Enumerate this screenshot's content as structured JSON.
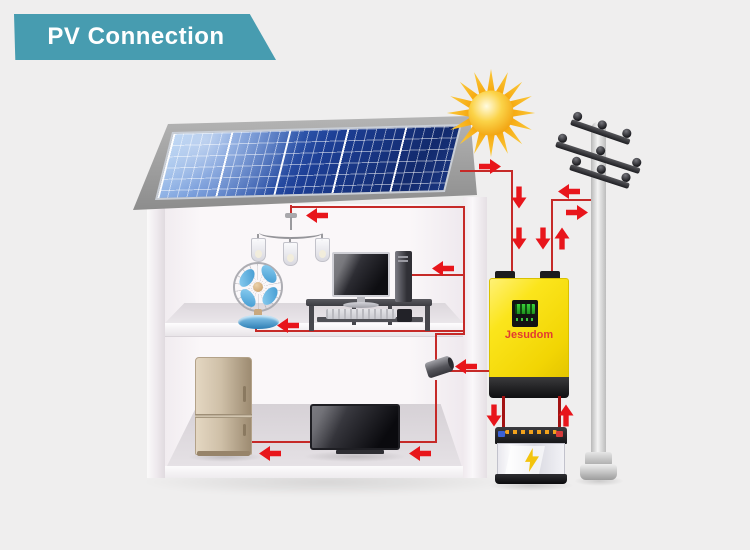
{
  "banner": {
    "title": "PV Connection"
  },
  "inverter": {
    "brand": "Jesudom",
    "screen": "green-lcd-display"
  },
  "battery": {
    "icon": "lightning-bolt-icon"
  },
  "components": [
    "sun-icon",
    "solar-panel",
    "roof",
    "house-cutaway",
    "utility-pole",
    "ceiling-lamp",
    "desk-fan",
    "computer-monitor",
    "desktop-tower",
    "keyboard",
    "television",
    "refrigerator",
    "wall-junction-box",
    "solar-inverter",
    "battery"
  ],
  "colors": {
    "background": "#efeeee",
    "banner_teal": "#479cb0",
    "banner_shadow": "#9b9b9b",
    "wire_red": "#c62a28",
    "arrow_red": "#e8151b",
    "battery_wire": "#a31313",
    "inverter_yellow": "#f8e011",
    "roof_gray": "#9a9a9a",
    "sun_orange": "#f6a60b",
    "bolt_yellow": "#f3c40e",
    "wall_white": "#f8f5f7",
    "pole_gray": "#cfcfcf"
  },
  "power_flow_arrows": [
    {
      "direction": "right",
      "from": "solar-panel",
      "to": "inverter"
    },
    {
      "direction": "down",
      "from": "solar-panel",
      "to": "inverter"
    },
    {
      "direction": "down",
      "from": "solar-panel",
      "to": "inverter"
    },
    {
      "direction": "left",
      "from": "utility-pole",
      "to": "inverter"
    },
    {
      "direction": "right",
      "from": "inverter",
      "to": "utility-pole"
    },
    {
      "direction": "down",
      "from": "utility-pole",
      "to": "inverter"
    },
    {
      "direction": "up",
      "from": "inverter",
      "to": "utility-pole"
    },
    {
      "direction": "left",
      "from": "house-circuit",
      "to": "ceiling-lamp"
    },
    {
      "direction": "left",
      "from": "house-circuit",
      "to": "desktop-computer"
    },
    {
      "direction": "left",
      "from": "house-circuit",
      "to": "desk-fan"
    },
    {
      "direction": "left",
      "from": "inverter",
      "to": "wall-junction-box"
    },
    {
      "direction": "left",
      "from": "house-circuit",
      "to": "refrigerator"
    },
    {
      "direction": "left",
      "from": "house-circuit",
      "to": "television"
    },
    {
      "direction": "down",
      "from": "inverter",
      "to": "battery"
    },
    {
      "direction": "up",
      "from": "battery",
      "to": "inverter"
    }
  ]
}
